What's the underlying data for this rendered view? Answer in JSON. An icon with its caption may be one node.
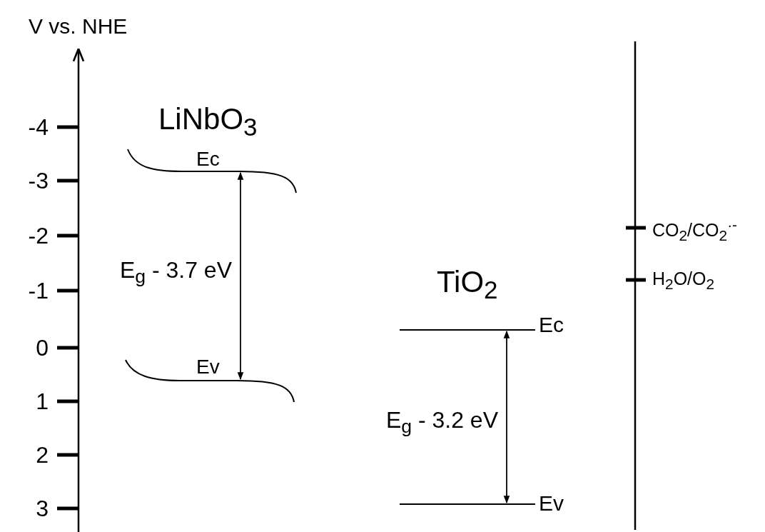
{
  "diagram": {
    "nodes": [
      {
        "text": [
          "Ec"
        ]
      },
      {
        "text": [
          "Ev"
        ]
      },
      {
        "text": [
          "Ec"
        ]
      },
      {
        "text": [
          "Ev"
        ]
      }
    ],
    "edges": [
      {
        "from": 0,
        "to": 1,
        "arrow": "both",
        "label": "E$_{g}$ - 3.7 eV"
      },
      {
        "from": 2,
        "to": 3,
        "arrow": "both",
        "label": "E$_{g}$ - 3.2 eV"
      }
    ],
    "labels": [
      "V vs. NHE",
      "-4",
      "-3",
      "-2",
      "-1",
      "0",
      "1",
      "2",
      "3",
      "LiNbO$_{3}$",
      "TiO$_{2}$",
      "CO$_{2}$/CO$_{2}$$^{·-}$",
      "H$_{2}$O/O$_{2}$"
    ]
  }
}
